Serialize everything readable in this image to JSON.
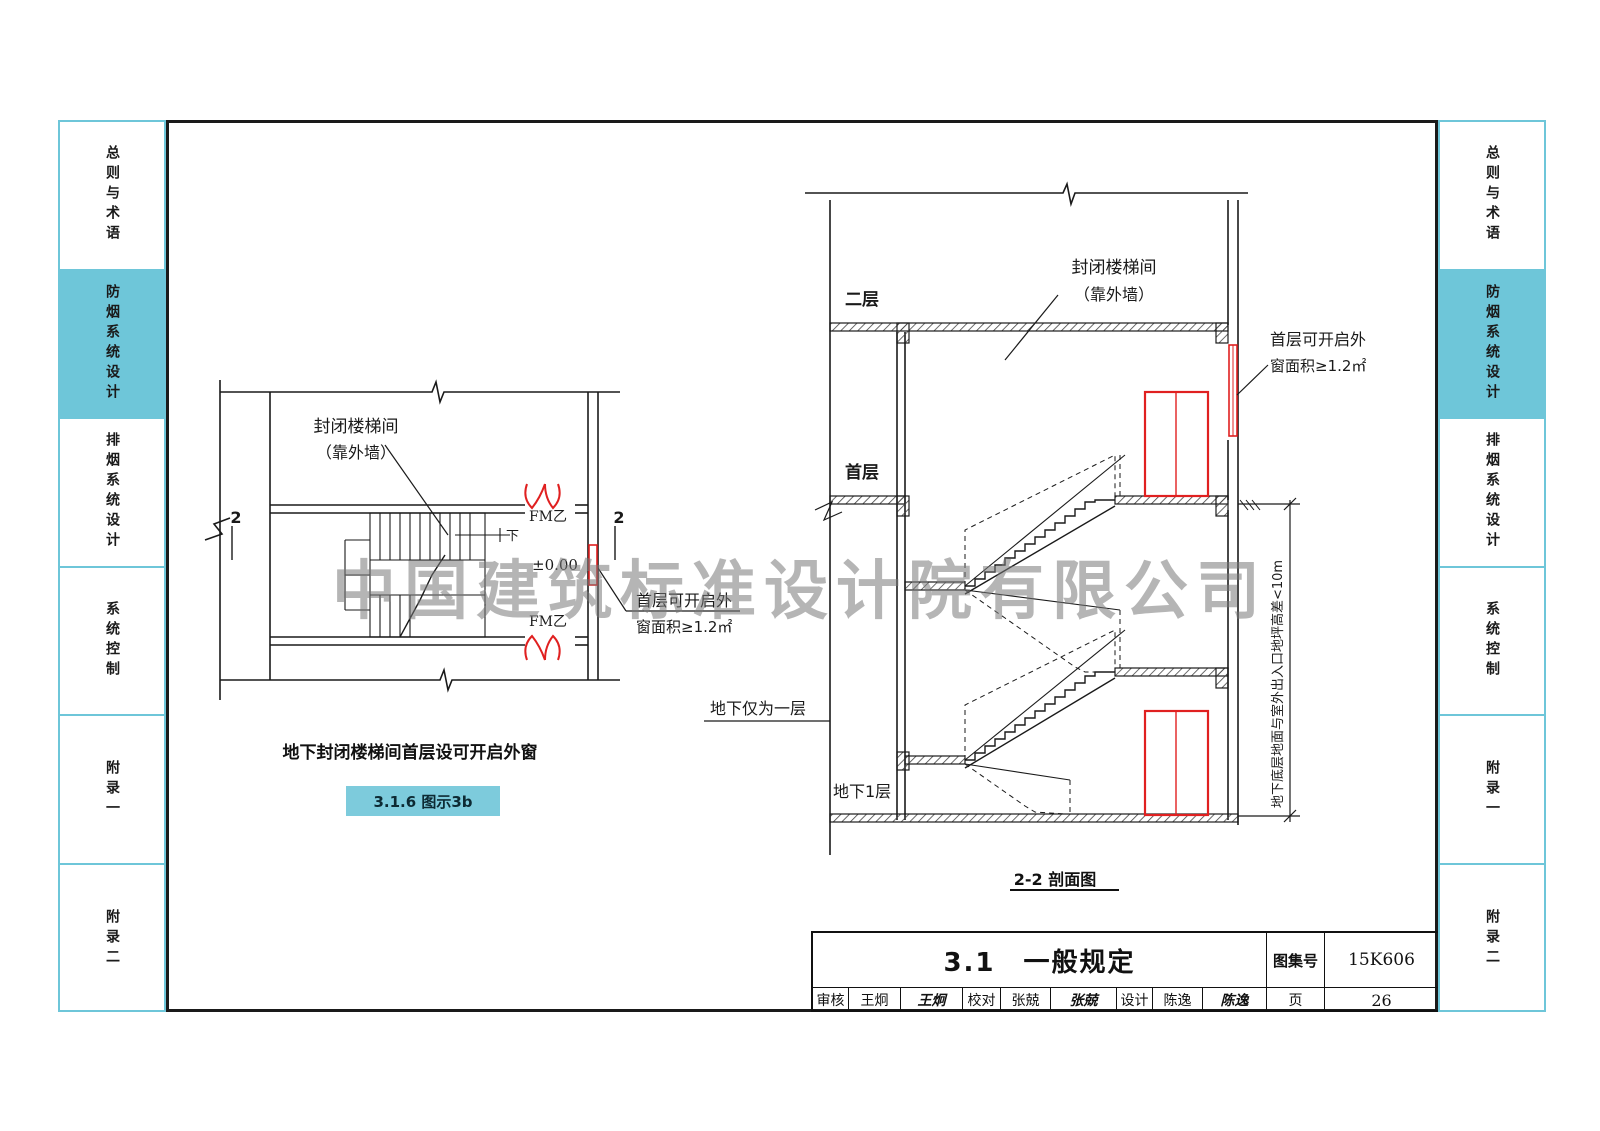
{
  "tabs": [
    {
      "label": "总则与术语",
      "active": false
    },
    {
      "label": "防烟系统设计",
      "active": true
    },
    {
      "label": "排烟系统设计",
      "active": false
    },
    {
      "label": "系统控制",
      "active": false
    },
    {
      "label": "附录一",
      "active": false
    },
    {
      "label": "附录二",
      "active": false
    }
  ],
  "plan": {
    "label_stair": "封闭楼梯间",
    "label_stair_sub": "（靠外墙）",
    "door_label": "FM乙",
    "level_label": "±0.00",
    "down_label": "下",
    "section_mark": "2",
    "window_label_line1": "首层可开启外",
    "window_label_line2": "窗面积≥1.2㎡",
    "caption": "地下封闭楼梯间首层设可开启外窗",
    "badge": "3.1.6 图示3b"
  },
  "section": {
    "label_stair": "封闭楼梯间",
    "label_stair_sub": "（靠外墙）",
    "window_label_line1": "首层可开启外",
    "window_label_line2": "窗面积≥1.2㎡",
    "floor_2": "二层",
    "floor_1": "首层",
    "floor_b1": "地下1层",
    "basement_note": "地下仅为一层",
    "dim_note": "地下底层地面与室外出入口地坪高差<10m",
    "caption": "2-2 剖面图"
  },
  "title_block": {
    "title": "3.1　一般规定",
    "atlas_label": "图集号",
    "atlas_no": "15K606",
    "review_label": "审核",
    "reviewer": "王炯",
    "reviewer_sig": "王炯",
    "check_label": "校对",
    "checker": "张兢",
    "checker_sig": "张兢",
    "design_label": "设计",
    "designer": "陈逸",
    "designer_sig": "陈逸",
    "page_label": "页",
    "page_no": "26"
  },
  "watermark": "中国建筑标准设计院有限公司",
  "colors": {
    "tab_border": "#6ec6d9",
    "tab_active": "#6ec6d9",
    "door_red": "#e02020",
    "line": "#1a1a1a"
  }
}
